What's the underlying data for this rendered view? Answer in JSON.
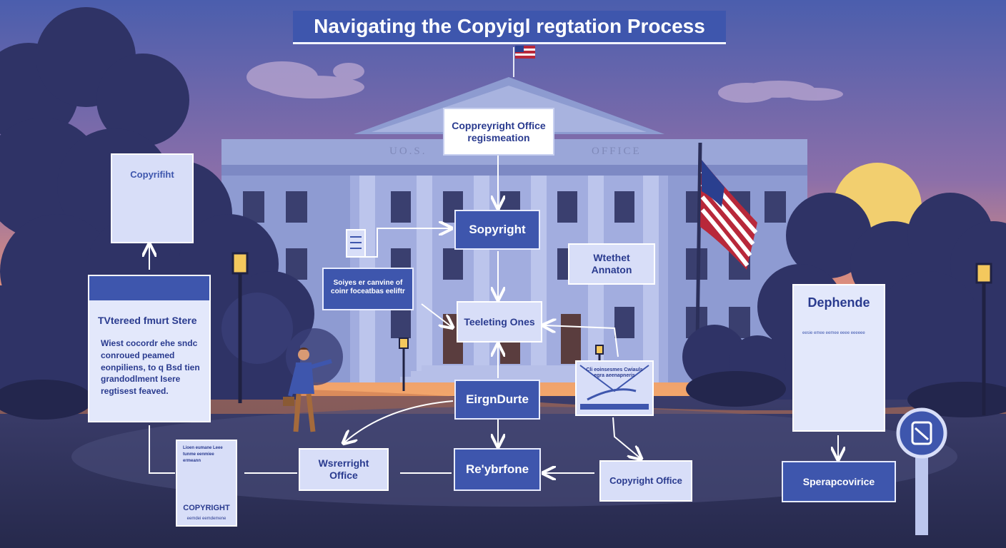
{
  "title": "Navigating the Copyigl regtation Process",
  "building": {
    "wall_left": "UO.S.",
    "wall_right": "OFFICE"
  },
  "nodes": {
    "office_registration": "Coppreyright Office regismeation",
    "sopyright": "Sopyright",
    "wtethet_annaton": "Wtethet Annaton",
    "submission_note": "Soiyes er canvine of coinr foceatbas eeliftr",
    "teeleting_ones": "Teeleting Ones",
    "eirgndurte": "EirgnDurte",
    "wsrerright_office": "Wsrerright Office",
    "reybrfone": "Re'ybrfone",
    "copyright_office": "Copyright Office",
    "certificate_note": "Cli eoinsesmes Cwiauls egra aeenapneris",
    "dephende": "Dephende",
    "sperapcovtirice": "Sperapcovirice"
  },
  "left_card": {
    "title": "Copyrifiht"
  },
  "left_panel": {
    "title": "TVtereed fmurt Stere",
    "text": "Wiest cocordr ehe sndc conroued peamed eonpiliens, to q Bsd tien grandodlment Isere regtisest feaved."
  },
  "doc_card": {
    "top_lines": "Lioen eumane Leee tunme eenmiee ermeann",
    "label": "COPYRIGHT",
    "bottom_lines": "eemdei eemdemene"
  },
  "right_panel": {
    "lines": "eesie emee eemee eeee eeeeee"
  },
  "colors": {
    "accent": "#3e56ad",
    "light_box": "#d8def8",
    "sky_top": "#4d5fae",
    "sky_bottom": "#f29a68",
    "sun": "#f2cf6f"
  }
}
